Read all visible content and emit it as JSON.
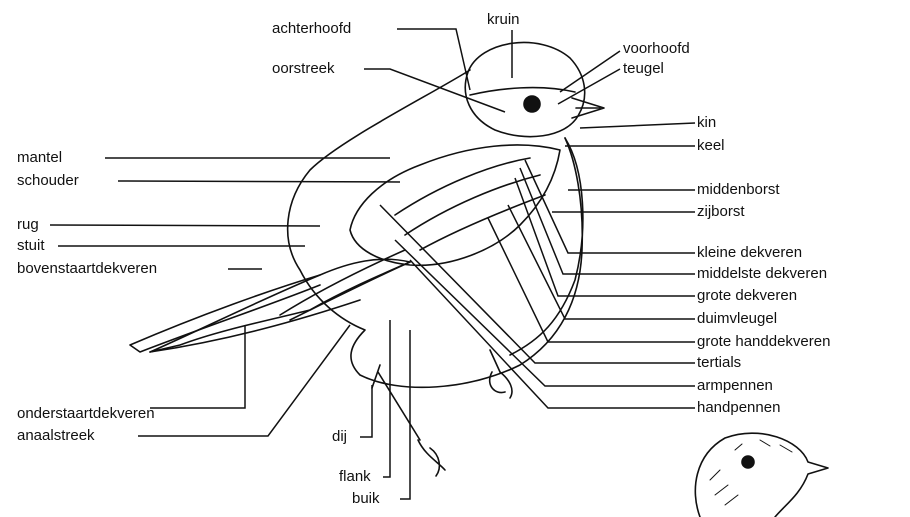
{
  "labels": {
    "achterhoofd": "achterhoofd",
    "kruin": "kruin",
    "voorhoofd": "voorhoofd",
    "teugel": "teugel",
    "oorstreek": "oorstreek",
    "kin": "kin",
    "keel": "keel",
    "mantel": "mantel",
    "schouder": "schouder",
    "middenborst": "middenborst",
    "zijborst": "zijborst",
    "rug": "rug",
    "stuit": "stuit",
    "bovenstaartdekveren": "bovenstaartdekveren",
    "kleine_dekveren": "kleine dekveren",
    "middelste_dekveren": "middelste dekveren",
    "grote_dekveren": "grote dekveren",
    "duimvleugel": "duimvleugel",
    "grote_handdekveren": "grote handdekveren",
    "tertials": "tertials",
    "armpennen": "armpennen",
    "handpennen": "handpennen",
    "onderstaartdekveren": "onderstaartdekveren",
    "anaalstreek": "anaalstreek",
    "dij": "dij",
    "flank": "flank",
    "buik": "buik"
  },
  "colors": {
    "ink": "#111111",
    "paper": "#ffffff"
  }
}
